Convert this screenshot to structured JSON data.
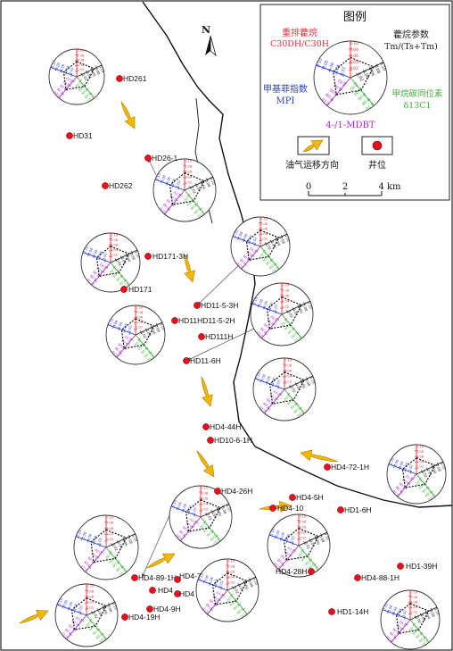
{
  "north_label": "N",
  "legend": {
    "title": "图例",
    "hopane_pair_label": "重排藿烷",
    "hopane_pair_formula": "C30DH/C30H",
    "hopane_param_label": "藿烷参数",
    "hopane_param_formula": "Tm/(Ts+Tm)",
    "mpi_label": "甲基菲指数",
    "mpi_abbr": "MPI",
    "carbon_isotope_label": "甲烷碳同位素",
    "carbon_isotope_symbol": "δ13C1",
    "mdbt_label": "4-/1-MDBT",
    "migration_label": "油气运移方向",
    "well_label": "井位",
    "scale_ticks": [
      "0",
      "2",
      "4 km"
    ]
  },
  "rose_tick_labels": [
    "0.10",
    "0.08",
    "0.06",
    "0.04",
    "0.02"
  ],
  "colors": {
    "hopane": "#e8313a",
    "mpi": "#2a3bd8",
    "mdbt": "#a330c8",
    "carbon": "#3fae3a",
    "param": "#222222",
    "well": "#e8101c",
    "arrow_fill": "#f5b800",
    "arrow_edge": "#a67c00",
    "fault": "#111111"
  },
  "wells": [
    {
      "name": "HD261"
    },
    {
      "name": "HD31"
    },
    {
      "name": "HD26-1"
    },
    {
      "name": "HD262"
    },
    {
      "name": "HD171-3H"
    },
    {
      "name": "HD171"
    },
    {
      "name": "HD11-5-3H"
    },
    {
      "name": "HD11HD11-5-2H"
    },
    {
      "name": "HD111H"
    },
    {
      "name": "HD11-6H"
    },
    {
      "name": "HD4-44H"
    },
    {
      "name": "HD10-6-1H"
    },
    {
      "name": "HD4-72-1H"
    },
    {
      "name": "HD4-26H"
    },
    {
      "name": "HD4-5H"
    },
    {
      "name": "HD1-6H"
    },
    {
      "name": "HD4-10"
    },
    {
      "name": "HD4-28H"
    },
    {
      "name": "HD1-39H"
    },
    {
      "name": "HD4-88-1H"
    },
    {
      "name": "HD1-14H"
    },
    {
      "name": "HD4-89-1H"
    },
    {
      "name": "HD4-7"
    },
    {
      "name": "HD4"
    },
    {
      "name": "HD4"
    },
    {
      "name": "HD4-9H"
    },
    {
      "name": "HD4-19H"
    }
  ]
}
